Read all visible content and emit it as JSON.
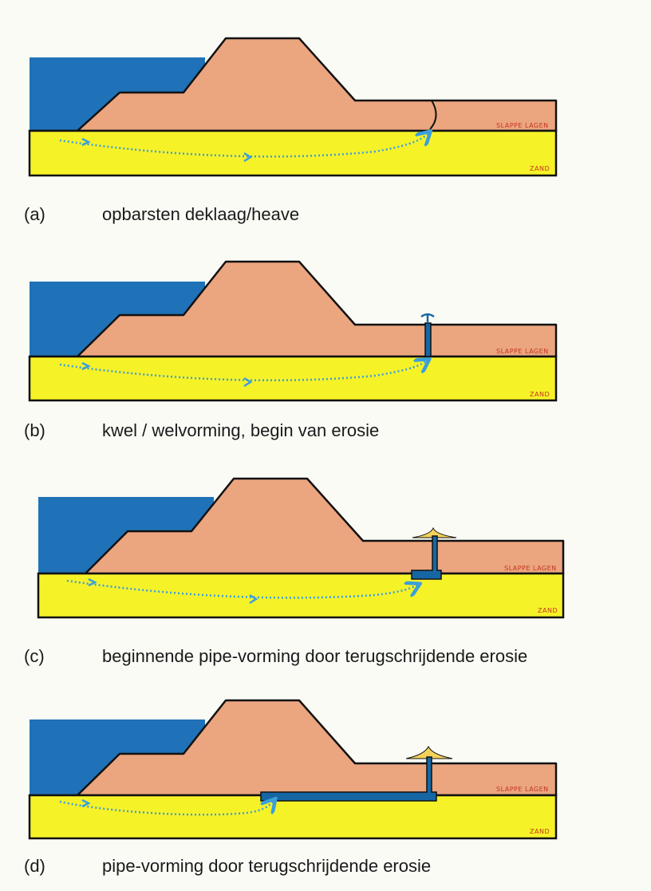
{
  "colors": {
    "water": "#1f72b8",
    "dike": "#eba57f",
    "sand": "#f6f228",
    "pipe": "#1766a4",
    "flow_arrows": "#3a9fda",
    "sand_boil": "#f4d25a",
    "outline": "#111111"
  },
  "layer_labels": {
    "clay_peat": "SLAPPE LAGEN",
    "sand": "ZAND"
  },
  "panels": [
    {
      "letter": "(a)",
      "caption": "opbarsten deklaag/heave"
    },
    {
      "letter": "(b)",
      "caption": "kwel / welvorming, begin van erosie"
    },
    {
      "letter": "(c)",
      "caption": "beginnende pipe-vorming door terugschrijdende erosie"
    },
    {
      "letter": "(d)",
      "caption": "pipe-vorming door terugschrijdende erosie"
    }
  ]
}
